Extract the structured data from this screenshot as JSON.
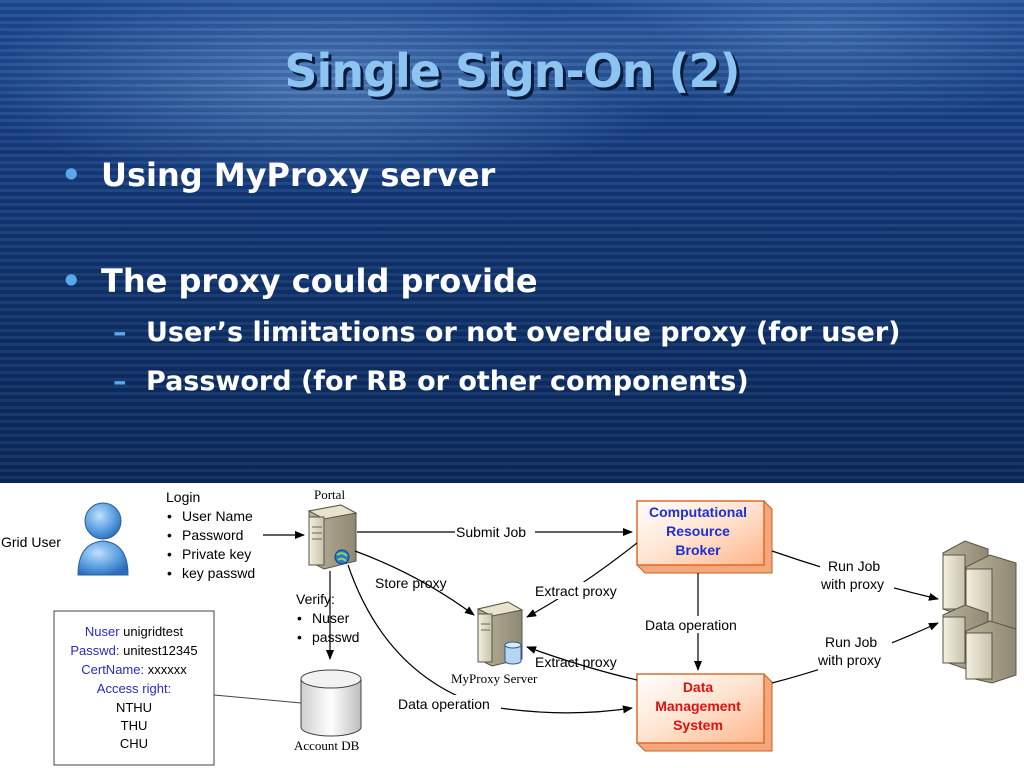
{
  "slide": {
    "title": "Single Sign-On (2)",
    "bullets": [
      {
        "text": "Using MyProxy server"
      },
      {
        "text": "The proxy could provide"
      }
    ],
    "sub_bullets": [
      {
        "text": "User’s limitations or not overdue proxy (for user)"
      },
      {
        "text": "Password (for RB or other components)"
      }
    ],
    "bullet_mark": "•",
    "sub_mark": "–"
  },
  "diagram": {
    "grid_user": "Grid User",
    "login": {
      "title": "Login",
      "items": [
        "User Name",
        "Password",
        "Private key",
        "key passwd"
      ]
    },
    "portal": "Portal",
    "verify": {
      "title": "Verify:",
      "items": [
        "Nuser",
        "passwd"
      ]
    },
    "account_db": "Account DB",
    "account_box": [
      {
        "label": "Nuser",
        "value": " unigridtest"
      },
      {
        "label": "Passwd:",
        "value": " unitest12345"
      },
      {
        "label": "CertName:",
        "value": " xxxxxx"
      },
      {
        "label": "Access right:",
        "value": ""
      },
      {
        "label": "",
        "value": "NTHU"
      },
      {
        "label": "",
        "value": "THU"
      },
      {
        "label": "",
        "value": "CHU"
      }
    ],
    "myproxy_server": "MyProxy Server",
    "crb_lines": [
      "Computational",
      "Resource",
      "Broker"
    ],
    "dms_lines": [
      "Data",
      "Management",
      "System"
    ],
    "edges": {
      "submit_job": "Submit Job",
      "store_proxy": "Store proxy",
      "extract_proxy_1": "Extract proxy",
      "extract_proxy_2": "Extract proxy",
      "data_operation_v": "Data operation",
      "data_operation_h": "Data operation",
      "run_job_1": [
        "Run Job",
        "with proxy"
      ],
      "run_job_2": [
        "Run Job",
        "with proxy"
      ]
    },
    "colors": {
      "crb_text": "#1f2fd0",
      "dms_text": "#e01010",
      "label_blue": "#2a2ac8",
      "box_fill": "#ffd2b4",
      "box_edge": "#f07838"
    }
  }
}
